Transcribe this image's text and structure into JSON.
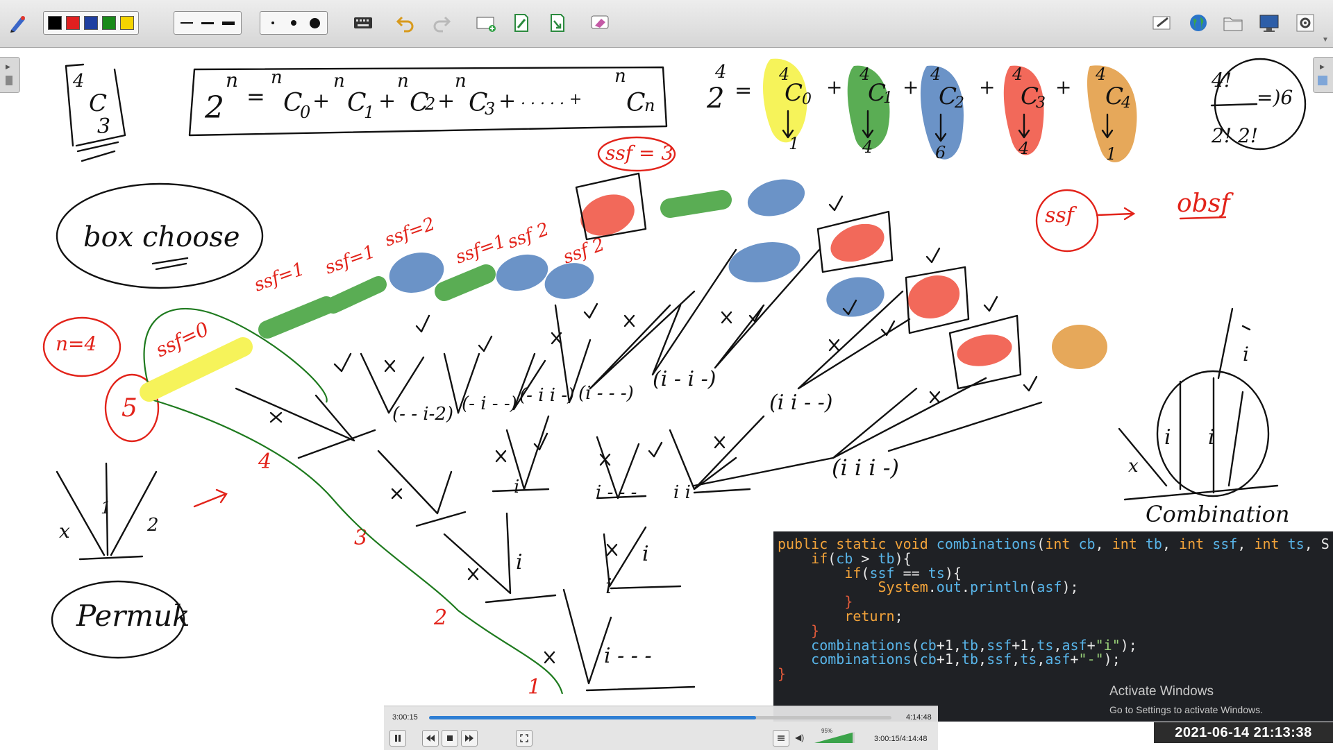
{
  "toolbar": {
    "colors": [
      "#000000",
      "#e02020",
      "#1f3fa0",
      "#1a8a1a",
      "#f5d400"
    ],
    "line_widths": [
      "thin",
      "medium",
      "thick"
    ],
    "dot_sizes": [
      "small",
      "medium",
      "large"
    ],
    "left_icons": [
      "pen-settings-icon",
      "keyboard-icon",
      "undo-icon",
      "redo-icon",
      "new-page-icon",
      "previous-page-icon",
      "next-page-icon",
      "eraser-icon"
    ],
    "right_icons": [
      "pen-icon",
      "globe-icon",
      "folder-icon",
      "monitor-icon",
      "settings-icon"
    ]
  },
  "whiteboard": {
    "box_nc3": [
      "4",
      "C",
      "3"
    ],
    "formula": [
      "2",
      "n",
      "=",
      "n",
      "C",
      "0",
      "+",
      "n",
      "C",
      "1",
      "+",
      "n",
      "C",
      "2",
      "+",
      "n",
      "C",
      "3",
      "+",
      ". . . . . +",
      "n",
      "C",
      "n"
    ],
    "expansion": [
      "4",
      "2",
      "=",
      "4",
      "C",
      "0",
      "+",
      "4",
      "C",
      "1",
      "+",
      "4",
      "C",
      "2",
      "+",
      "4",
      "C",
      "3",
      "+",
      "4",
      "C",
      "4"
    ],
    "expansion_values": [
      "1",
      "4",
      "6",
      "4",
      "1"
    ],
    "corner_calc": [
      "4!",
      "=)6",
      "2! 2!"
    ],
    "box_choose": "box choose",
    "ssf_obsf": [
      "ssf",
      "obsf"
    ],
    "ssf_labels": [
      "ssf = 3",
      "ssf=1",
      "ssf=1",
      "ssf=2",
      "ssf=1",
      "ssf 2",
      "ssf 2",
      "ssf=0"
    ],
    "n_eq_4": "n=4",
    "level_numbers": [
      "5",
      "4",
      "3",
      "2",
      "1"
    ],
    "permut": "Permuk",
    "combination": "Combination",
    "node_labels": [
      "(- - i-2)",
      "(- i - -)",
      "(- i i -)",
      "(i - - -)",
      "(i - i -)",
      "(i i - -)",
      "(i i i -)",
      "i - - -",
      "i i",
      "i",
      "i",
      "i",
      "i",
      "i - - -"
    ],
    "marks": [
      "x",
      "1",
      "2",
      "x",
      "i",
      "i"
    ]
  },
  "code": {
    "lines": [
      [
        [
          "kw",
          "public static void "
        ],
        [
          "fn",
          "combinations"
        ],
        [
          "plain",
          "("
        ],
        [
          "kw",
          "int "
        ],
        [
          "fn",
          "cb"
        ],
        [
          "plain",
          ", "
        ],
        [
          "kw",
          "int "
        ],
        [
          "fn",
          "tb"
        ],
        [
          "plain",
          ", "
        ],
        [
          "kw",
          "int "
        ],
        [
          "fn",
          "ssf"
        ],
        [
          "plain",
          ", "
        ],
        [
          "kw",
          "int "
        ],
        [
          "fn",
          "ts"
        ],
        [
          "plain",
          ", S"
        ]
      ],
      [
        [
          "kw",
          "    if"
        ],
        [
          "plain",
          "("
        ],
        [
          "fn",
          "cb"
        ],
        [
          "plain",
          " > "
        ],
        [
          "fn",
          "tb"
        ],
        [
          "plain",
          "){"
        ]
      ],
      [
        [
          "kw",
          "        if"
        ],
        [
          "plain",
          "("
        ],
        [
          "fn",
          "ssf"
        ],
        [
          "plain",
          " == "
        ],
        [
          "fn",
          "ts"
        ],
        [
          "plain",
          "){"
        ]
      ],
      [
        [
          "kw",
          "            System"
        ],
        [
          "plain",
          "."
        ],
        [
          "fn",
          "out"
        ],
        [
          "plain",
          "."
        ],
        [
          "fn",
          "println"
        ],
        [
          "plain",
          "("
        ],
        [
          "fn",
          "asf"
        ],
        [
          "plain",
          ");"
        ]
      ],
      [
        [
          "red",
          "        }"
        ]
      ],
      [
        [
          "kw",
          "        return"
        ],
        [
          "plain",
          ";"
        ]
      ],
      [
        [
          "red",
          "    }"
        ]
      ],
      [
        [
          "fn",
          "    combinations"
        ],
        [
          "plain",
          "("
        ],
        [
          "fn",
          "cb"
        ],
        [
          "plain",
          "+1,"
        ],
        [
          "fn",
          "tb"
        ],
        [
          "plain",
          ","
        ],
        [
          "fn",
          "ssf"
        ],
        [
          "plain",
          "+1,"
        ],
        [
          "fn",
          "ts"
        ],
        [
          "plain",
          ","
        ],
        [
          "fn",
          "asf"
        ],
        [
          "plain",
          "+"
        ],
        [
          "str",
          "\"i\""
        ],
        [
          "plain",
          ");"
        ]
      ],
      [
        [
          "fn",
          "    combinations"
        ],
        [
          "plain",
          "("
        ],
        [
          "fn",
          "cb"
        ],
        [
          "plain",
          "+1,"
        ],
        [
          "fn",
          "tb"
        ],
        [
          "plain",
          ","
        ],
        [
          "fn",
          "ssf"
        ],
        [
          "plain",
          ","
        ],
        [
          "fn",
          "ts"
        ],
        [
          "plain",
          ","
        ],
        [
          "fn",
          "asf"
        ],
        [
          "plain",
          "+"
        ],
        [
          "str",
          "\"-\""
        ],
        [
          "plain",
          ");"
        ]
      ],
      [
        [
          "red",
          "}"
        ]
      ]
    ]
  },
  "watermark": {
    "title": "Activate Windows",
    "subtitle": "Go to Settings to activate Windows."
  },
  "player": {
    "elapsed": "3:00:15",
    "total": "4:14:48",
    "position_readout": "3:00:15/4:14:48",
    "progress_fraction": 0.707,
    "volume_label": "95%",
    "volume_fraction": 0.95
  },
  "timestamp": "2021-06-14  21:13:38"
}
